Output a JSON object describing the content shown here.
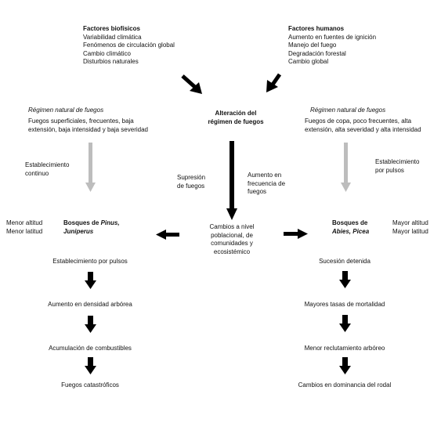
{
  "biophysical": {
    "title": "Factores biofísicos",
    "items": [
      "Variabilidad climática",
      "Fenómenos de circulación global",
      "Cambio climático",
      "Disturbios naturales"
    ]
  },
  "human": {
    "title": "Factores humanos",
    "items": [
      "Aumento en fuentes de ignición",
      "Manejo del fuego",
      "Degradación forestal",
      "Cambio global"
    ]
  },
  "center": {
    "title_lines": [
      "Alteración del",
      "régimen de fuegos"
    ],
    "suppression": [
      "Supresión",
      "de fuegos"
    ],
    "increase": [
      "Aumento en",
      "frecuencia de",
      "fuegos"
    ],
    "changes": [
      "Cambios a nivel",
      "poblacional, de",
      "comunidades y",
      "ecosistémico"
    ]
  },
  "left": {
    "regime_title": "Régimen natural de fuegos",
    "regime_desc": [
      "Fuegos superficiales, frecuentes, baja",
      "extensión, baja intensidad y baja severidad"
    ],
    "establishment": [
      "Establecimiento",
      "continuo"
    ],
    "altitude": [
      "Menor altitud",
      "Menor latitud"
    ],
    "forest_prefix": "Bosques de ",
    "forest_genus1": "Pinus,",
    "forest_genus2": "Juniperus",
    "chain": [
      "Establecimiento por pulsos",
      "Aumento en densidad arbórea",
      "Acumulación de combustibles",
      "Fuegos catastróficos"
    ]
  },
  "right": {
    "regime_title": "Régimen natural de fuegos",
    "regime_desc": [
      "Fuegos de copa, poco frecuentes, alta",
      "extensión, alta severidad y alta intensidad"
    ],
    "establishment": [
      "Establecimiento",
      "por pulsos"
    ],
    "altitude": [
      "Mayor altitud",
      "Mayor latitud"
    ],
    "forest_prefix": "Bosques de",
    "forest_genus": "Abies, Picea",
    "chain": [
      "Sucesión detenida",
      "Mayores tasas de mortalidad",
      "Menor reclutamiento arbóreo",
      "Cambios en dominancia del rodal"
    ]
  }
}
